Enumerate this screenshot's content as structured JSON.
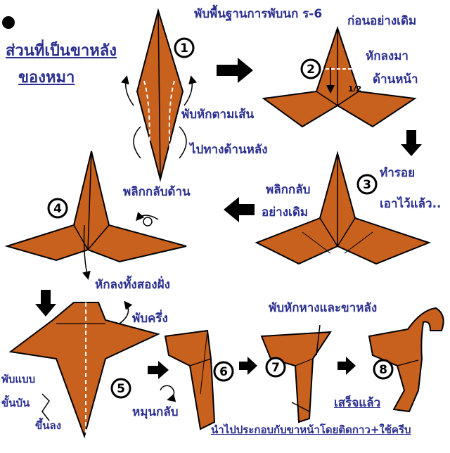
{
  "colors": {
    "paper": "#c8601e",
    "paper_light": "#d9772e",
    "outline": "#000000",
    "text": "#2b2f8f",
    "background": "#ffffff"
  },
  "title_lines": [
    "ส่วนที่เป็นขาหลัง",
    "ของหมา"
  ],
  "header": "พับพื้นฐานการพับนก ร-6",
  "header_right": "ก่อนอย่างเดิม",
  "step_numbers": [
    "1",
    "2",
    "3",
    "4",
    "5",
    "6",
    "7",
    "8"
  ],
  "half_mark": "1/2",
  "notes": {
    "step1": [
      "พับหักตามเส้น",
      "ไปทางด้านหลัง"
    ],
    "step2": [
      "หักลงมา",
      "ด้านหน้า"
    ],
    "step3": [
      "ทำรอย",
      "เอาไว้แล้ว.."
    ],
    "flip_back": [
      "พลิกกลับ",
      "อย่างเดิม"
    ],
    "flip_side": "พลิกกลับด้าน",
    "fold_both_sides": "หักลงทั้งสองฝั่ง",
    "fold_half": "พับครึ่ง",
    "zigzag": [
      "พับแบบ",
      "ขั้นบัน",
      "ขึ้นลง"
    ],
    "turn_over": "หมุนกลับ",
    "fold_tail_legs": "พับหักหางและขาหลัง",
    "done": "เสร็จแล้ว",
    "footer": "นำไปประกอบกับขาหน้าโดยติดกาว+ใช้ครีบ"
  }
}
